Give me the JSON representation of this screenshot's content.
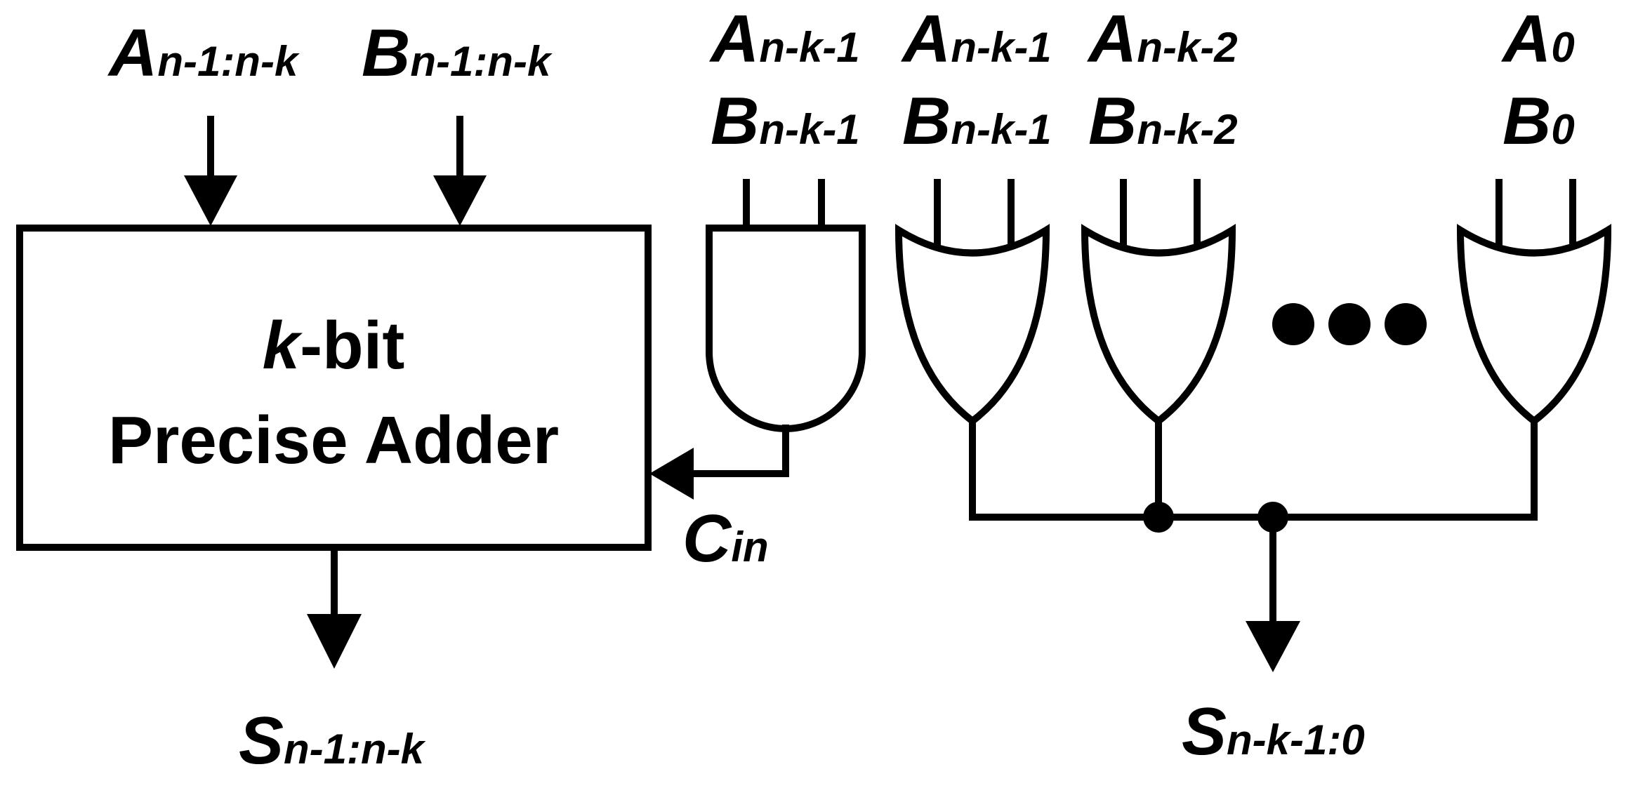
{
  "inputs_high": {
    "a": {
      "main": "A",
      "sub": "n-1:n-k"
    },
    "b": {
      "main": "B",
      "sub": "n-1:n-k"
    }
  },
  "adder": {
    "line1_k": "k",
    "line1_rest": "-bit",
    "line2": "Precise Adder"
  },
  "cin": {
    "main": "C",
    "sub": "in"
  },
  "and_gate_inputs": {
    "a": {
      "main": "A",
      "sub": "n-k-1"
    },
    "b": {
      "main": "B",
      "sub": "n-k-1"
    }
  },
  "or_gate_1_inputs": {
    "a": {
      "main": "A",
      "sub": "n-k-1"
    },
    "b": {
      "main": "B",
      "sub": "n-k-1"
    }
  },
  "or_gate_2_inputs": {
    "a": {
      "main": "A",
      "sub": "n-k-2"
    },
    "b": {
      "main": "B",
      "sub": "n-k-2"
    }
  },
  "or_gate_last_inputs": {
    "a": {
      "main": "A",
      "sub": "0"
    },
    "b": {
      "main": "B",
      "sub": "0"
    }
  },
  "outputs": {
    "high": {
      "main": "S",
      "sub": "n-1:n-k"
    },
    "low": {
      "main": "S",
      "sub": "n-k-1:0"
    }
  }
}
